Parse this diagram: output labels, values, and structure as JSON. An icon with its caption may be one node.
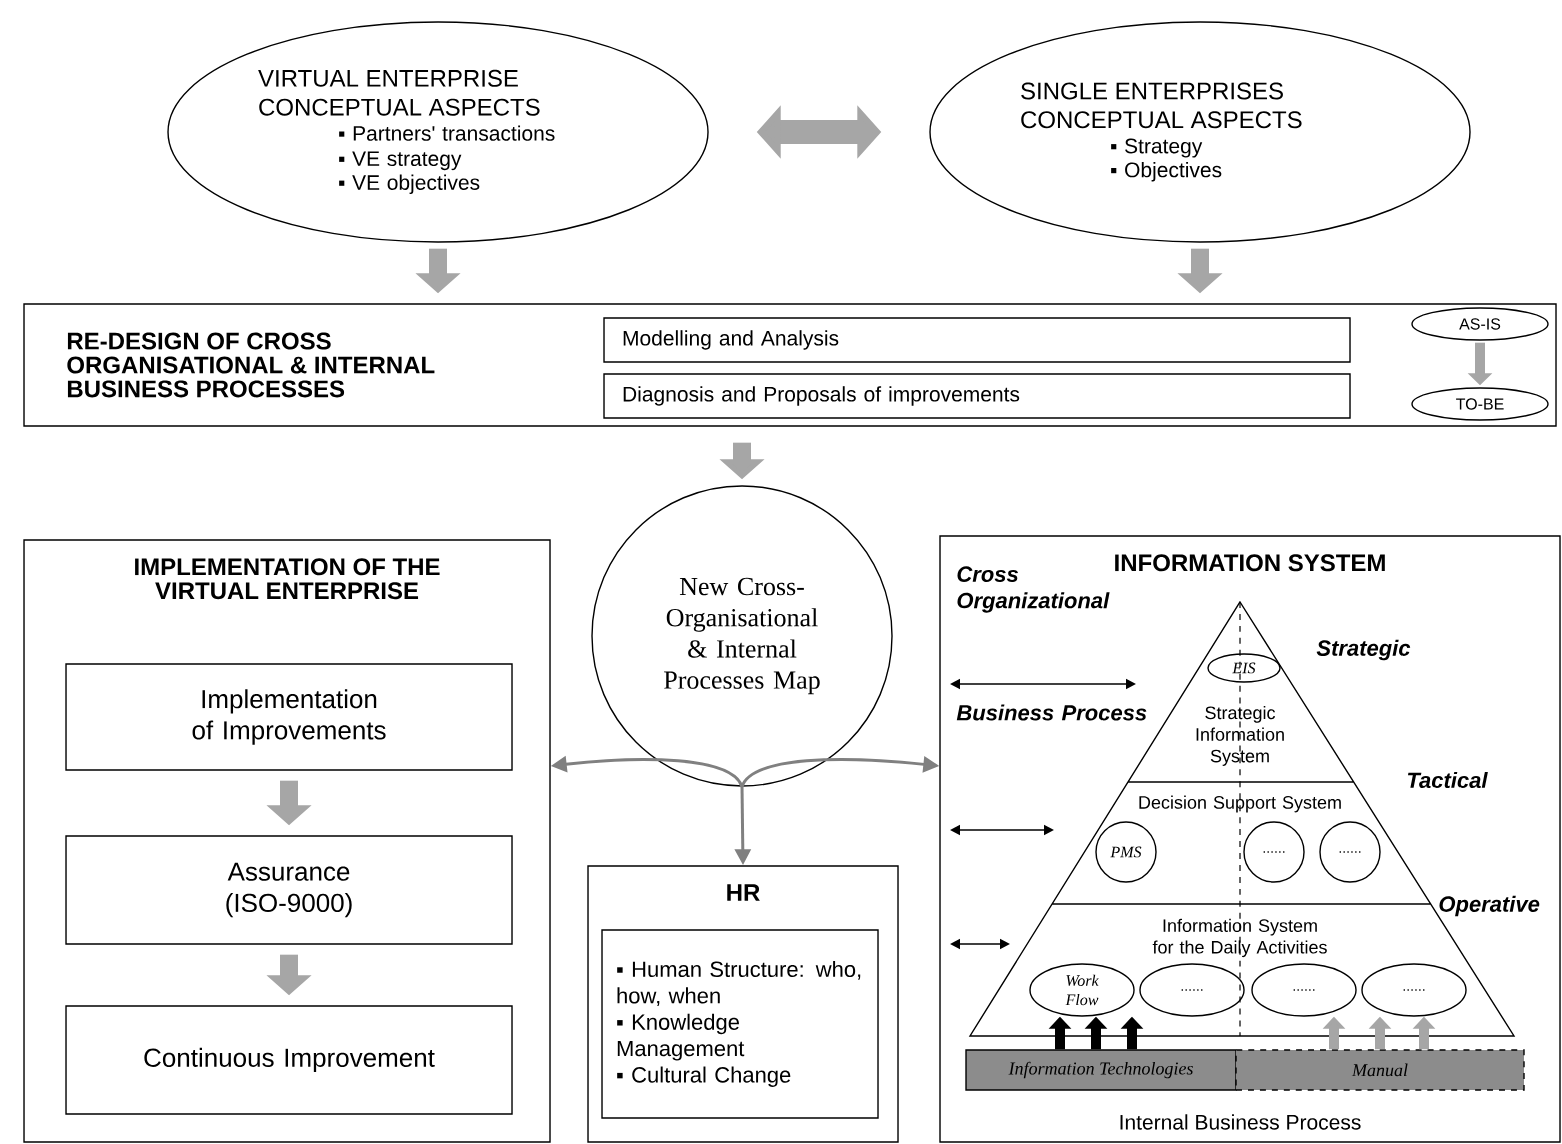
{
  "diagram": {
    "nodes": [
      {
        "text": [
          "VIRTUAL ENTERPRISE CONCEPTUAL ASPECTS",
          "▪ Partners' transactions",
          "▪ VE strategy",
          "▪ VE objectives"
        ]
      },
      {
        "text": [
          "SINGLE ENTERPRISES CONCEPTUAL ASPECTS",
          "▪ Strategy",
          "▪ Objectives"
        ]
      },
      {
        "text": [
          "RE-DESIGN OF CROSS ORGANISATIONAL & INTERNAL BUSINESS PROCESSES"
        ]
      },
      {
        "text": [
          "Modelling and Analysis"
        ],
        "in": 2
      },
      {
        "text": [
          "Diagnosis and Proposals of improvements"
        ],
        "in": 2
      },
      {
        "text": [
          "AS-IS"
        ],
        "in": 2
      },
      {
        "text": [
          "TO-BE"
        ],
        "in": 2
      },
      {
        "text": [
          "New Cross-Organisational & Internal Processes Map"
        ]
      },
      {
        "text": [
          "IMPLEMENTATION OF THE VIRTUAL ENTERPRISE"
        ]
      },
      {
        "text": [
          "Implementation of Improvements"
        ],
        "in": 8
      },
      {
        "text": [
          "Assurance (ISO-9000)"
        ],
        "in": 8
      },
      {
        "text": [
          "Continuous Improvement"
        ],
        "in": 8
      },
      {
        "text": [
          "HR"
        ]
      },
      {
        "text": [
          "▪ Human Structure: who, how, when",
          "▪ Knowledge Management",
          "▪ Cultural Change"
        ],
        "in": 12
      },
      {
        "text": [
          "INFORMATION SYSTEM"
        ]
      },
      {
        "text": [
          "EIS"
        ],
        "in": 14
      },
      {
        "text": [
          "Strategic Information System"
        ],
        "in": 14
      },
      {
        "text": [
          "Decision Support System"
        ],
        "in": 14
      },
      {
        "text": [
          "PMS"
        ],
        "in": 14
      },
      {
        "text": [
          "......"
        ],
        "in": 14
      },
      {
        "text": [
          "......"
        ],
        "in": 14
      },
      {
        "text": [
          "Information System for the Daily Activities"
        ],
        "in": 14
      },
      {
        "text": [
          "Work Flow"
        ],
        "in": 14
      },
      {
        "text": [
          "......"
        ],
        "in": 14
      },
      {
        "text": [
          "......"
        ],
        "in": 14
      },
      {
        "text": [
          "......"
        ],
        "in": 14
      },
      {
        "text": [
          "Information Technologies"
        ],
        "in": 14
      },
      {
        "text": [
          "Manual"
        ],
        "in": 14
      }
    ],
    "edges": [
      {
        "from": 0,
        "to": 1,
        "arrow": "both",
        "style": "thick"
      },
      {
        "from": 0,
        "to": 2,
        "arrow": "to",
        "style": "thick"
      },
      {
        "from": 1,
        "to": 2,
        "arrow": "to",
        "style": "thick"
      },
      {
        "from": 5,
        "to": 6,
        "arrow": "to"
      },
      {
        "from": 2,
        "to": 7,
        "arrow": "to",
        "style": "thick"
      },
      {
        "from": 7,
        "to": 8,
        "arrow": "to"
      },
      {
        "from": 7,
        "to": 12,
        "arrow": "to"
      },
      {
        "from": 7,
        "to": 14,
        "arrow": "to"
      },
      {
        "from": 9,
        "to": 10,
        "arrow": "to",
        "style": "thick"
      },
      {
        "from": 10,
        "to": 11,
        "arrow": "to",
        "style": "thick"
      },
      {
        "from": 26,
        "to": 22,
        "arrow": "to",
        "color": "#000000"
      },
      {
        "from": 26,
        "to": 22,
        "arrow": "to",
        "color": "#000000"
      },
      {
        "from": 26,
        "to": 22,
        "arrow": "to",
        "color": "#000000"
      },
      {
        "from": 27,
        "to": 24,
        "arrow": "to"
      },
      {
        "from": 27,
        "to": 25,
        "arrow": "to"
      },
      {
        "from": 27,
        "to": 25,
        "arrow": "to"
      }
    ],
    "labels": [
      "Cross Organizational",
      "Strategic",
      "Business Process",
      "Tactical",
      "Operative",
      "Internal Business Process"
    ]
  }
}
